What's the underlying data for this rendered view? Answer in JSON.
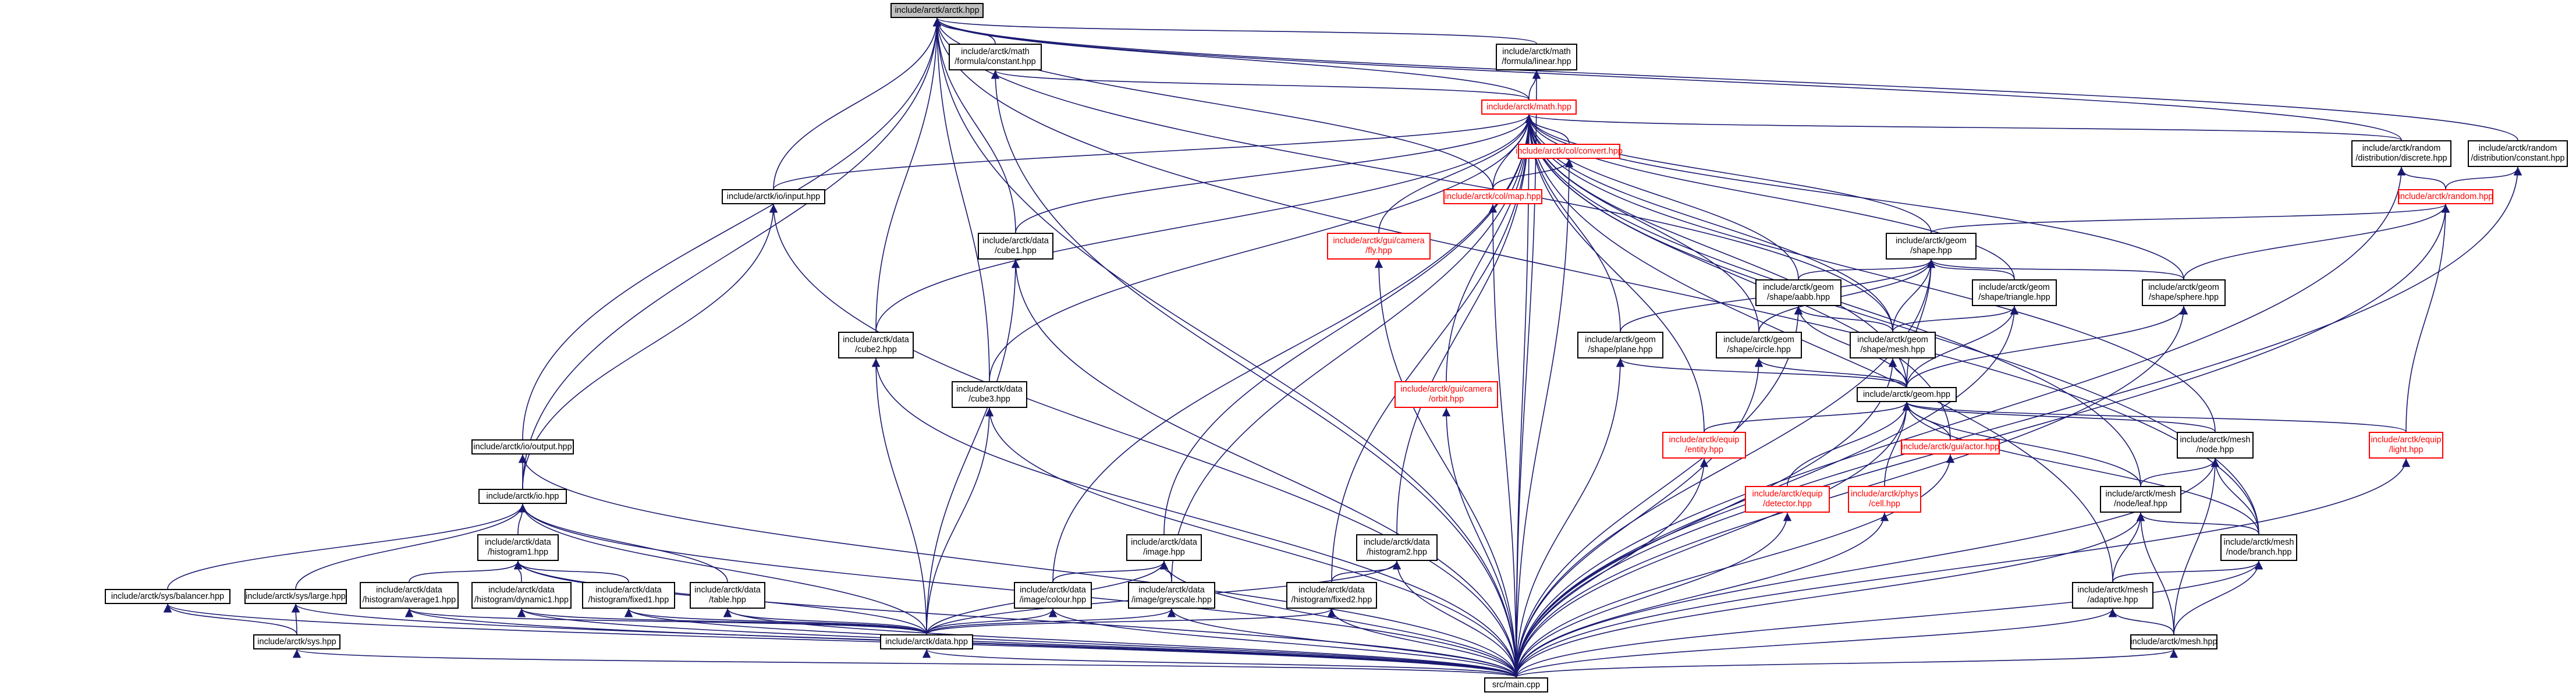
{
  "colors": {
    "edge": "#191970",
    "default_border": "#000000",
    "missing_border": "#ff0000",
    "root_fill": "#bfbfbf"
  },
  "nodes": [
    {
      "id": "arctk_hpp",
      "lines": [
        "include/arctk/arctk.hpp"
      ]
    },
    {
      "id": "formula_constant",
      "lines": [
        "include/arctk/math",
        "/formula/constant.hpp"
      ]
    },
    {
      "id": "formula_linear",
      "lines": [
        "include/arctk/math",
        "/formula/linear.hpp"
      ]
    },
    {
      "id": "math_hpp",
      "lines": [
        "include/arctk/math.hpp"
      ],
      "red": true
    },
    {
      "id": "dist_discrete",
      "lines": [
        "include/arctk/random",
        "/distribution/discrete.hpp"
      ]
    },
    {
      "id": "dist_constant",
      "lines": [
        "include/arctk/random",
        "/distribution/constant.hpp"
      ]
    },
    {
      "id": "col_convert",
      "lines": [
        "include/arctk/col/convert.hpp"
      ],
      "red": true
    },
    {
      "id": "col_map",
      "lines": [
        "include/arctk/col/map.hpp"
      ],
      "red": true
    },
    {
      "id": "random_hpp",
      "lines": [
        "include/arctk/random.hpp"
      ],
      "red": true
    },
    {
      "id": "io_input",
      "lines": [
        "include/arctk/io/input.hpp"
      ]
    },
    {
      "id": "data_cube1",
      "lines": [
        "include/arctk/data",
        "/cube1.hpp"
      ]
    },
    {
      "id": "camera_fly",
      "lines": [
        "include/arctk/gui/camera",
        "/fly.hpp"
      ],
      "red": true
    },
    {
      "id": "geom_shape",
      "lines": [
        "include/arctk/geom",
        "/shape.hpp"
      ]
    },
    {
      "id": "shape_aabb",
      "lines": [
        "include/arctk/geom",
        "/shape/aabb.hpp"
      ]
    },
    {
      "id": "shape_triangle",
      "lines": [
        "include/arctk/geom",
        "/shape/triangle.hpp"
      ]
    },
    {
      "id": "shape_sphere",
      "lines": [
        "include/arctk/geom",
        "/shape/sphere.hpp"
      ]
    },
    {
      "id": "data_cube2",
      "lines": [
        "include/arctk/data",
        "/cube2.hpp"
      ]
    },
    {
      "id": "shape_plane",
      "lines": [
        "include/arctk/geom",
        "/shape/plane.hpp"
      ]
    },
    {
      "id": "shape_circle",
      "lines": [
        "include/arctk/geom",
        "/shape/circle.hpp"
      ]
    },
    {
      "id": "shape_mesh",
      "lines": [
        "include/arctk/geom",
        "/shape/mesh.hpp"
      ]
    },
    {
      "id": "data_cube3",
      "lines": [
        "include/arctk/data",
        "/cube3.hpp"
      ]
    },
    {
      "id": "camera_orbit",
      "lines": [
        "include/arctk/gui/camera",
        "/orbit.hpp"
      ],
      "red": true
    },
    {
      "id": "geom_hpp",
      "lines": [
        "include/arctk/geom.hpp"
      ]
    },
    {
      "id": "io_output",
      "lines": [
        "include/arctk/io/output.hpp"
      ]
    },
    {
      "id": "equip_entity",
      "lines": [
        "include/arctk/equip",
        "/entity.hpp"
      ],
      "red": true
    },
    {
      "id": "gui_actor",
      "lines": [
        "include/arctk/gui/actor.hpp"
      ],
      "red": true
    },
    {
      "id": "mesh_node",
      "lines": [
        "include/arctk/mesh",
        "/node.hpp"
      ]
    },
    {
      "id": "equip_light",
      "lines": [
        "include/arctk/equip",
        "/light.hpp"
      ],
      "red": true
    },
    {
      "id": "io_hpp",
      "lines": [
        "include/arctk/io.hpp"
      ]
    },
    {
      "id": "data_histogram1",
      "lines": [
        "include/arctk/data",
        "/histogram1.hpp"
      ]
    },
    {
      "id": "equip_detector",
      "lines": [
        "include/arctk/equip",
        "/detector.hpp"
      ],
      "red": true
    },
    {
      "id": "phys_cell",
      "lines": [
        "include/arctk/phys",
        "/cell.hpp"
      ],
      "red": true
    },
    {
      "id": "mesh_leaf",
      "lines": [
        "include/arctk/mesh",
        "/node/leaf.hpp"
      ]
    },
    {
      "id": "data_image",
      "lines": [
        "include/arctk/data",
        "/image.hpp"
      ]
    },
    {
      "id": "data_histogram2",
      "lines": [
        "include/arctk/data",
        "/histogram2.hpp"
      ]
    },
    {
      "id": "mesh_branch",
      "lines": [
        "include/arctk/mesh",
        "/node/branch.hpp"
      ]
    },
    {
      "id": "sys_balancer",
      "lines": [
        "include/arctk/sys/balancer.hpp"
      ]
    },
    {
      "id": "sys_large",
      "lines": [
        "include/arctk/sys/large.hpp"
      ]
    },
    {
      "id": "hist_average1",
      "lines": [
        "include/arctk/data",
        "/histogram/average1.hpp"
      ]
    },
    {
      "id": "hist_dynamic1",
      "lines": [
        "include/arctk/data",
        "/histogram/dynamic1.hpp"
      ]
    },
    {
      "id": "hist_fixed1",
      "lines": [
        "include/arctk/data",
        "/histogram/fixed1.hpp"
      ]
    },
    {
      "id": "data_table",
      "lines": [
        "include/arctk/data",
        "/table.hpp"
      ]
    },
    {
      "id": "image_colour",
      "lines": [
        "include/arctk/data",
        "/image/colour.hpp"
      ]
    },
    {
      "id": "image_greyscale",
      "lines": [
        "include/arctk/data",
        "/image/greyscale.hpp"
      ]
    },
    {
      "id": "hist_fixed2",
      "lines": [
        "include/arctk/data",
        "/histogram/fixed2.hpp"
      ]
    },
    {
      "id": "mesh_adaptive",
      "lines": [
        "include/arctk/mesh",
        "/adaptive.hpp"
      ]
    },
    {
      "id": "sys_hpp",
      "lines": [
        "include/arctk/sys.hpp"
      ]
    },
    {
      "id": "data_hpp",
      "lines": [
        "include/arctk/data.hpp"
      ]
    },
    {
      "id": "mesh_hpp",
      "lines": [
        "include/arctk/mesh.hpp"
      ]
    },
    {
      "id": "main_cpp",
      "lines": [
        "src/main.cpp"
      ]
    }
  ],
  "edges": [
    [
      "arctk_hpp",
      "formula_constant"
    ],
    [
      "arctk_hpp",
      "formula_linear"
    ],
    [
      "arctk_hpp",
      "math_hpp"
    ],
    [
      "arctk_hpp",
      "dist_discrete"
    ],
    [
      "arctk_hpp",
      "dist_constant"
    ],
    [
      "arctk_hpp",
      "io_input"
    ],
    [
      "arctk_hpp",
      "data_cube1"
    ],
    [
      "arctk_hpp",
      "data_cube2"
    ],
    [
      "arctk_hpp",
      "data_cube3"
    ],
    [
      "arctk_hpp",
      "io_output"
    ],
    [
      "arctk_hpp",
      "io_hpp"
    ],
    [
      "arctk_hpp",
      "main_cpp"
    ],
    [
      "arctk_hpp",
      "shape_mesh"
    ],
    [
      "arctk_hpp",
      "mesh_branch"
    ],
    [
      "arctk_hpp",
      "col_map"
    ],
    [
      "formula_constant",
      "math_hpp"
    ],
    [
      "formula_constant",
      "main_cpp"
    ],
    [
      "formula_linear",
      "math_hpp"
    ],
    [
      "formula_linear",
      "main_cpp"
    ],
    [
      "math_hpp",
      "io_input"
    ],
    [
      "math_hpp",
      "data_cube1"
    ],
    [
      "math_hpp",
      "data_cube2"
    ],
    [
      "math_hpp",
      "data_cube3"
    ],
    [
      "math_hpp",
      "col_convert"
    ],
    [
      "math_hpp",
      "col_map"
    ],
    [
      "math_hpp",
      "camera_fly"
    ],
    [
      "math_hpp",
      "camera_orbit"
    ],
    [
      "math_hpp",
      "geom_shape"
    ],
    [
      "math_hpp",
      "shape_aabb"
    ],
    [
      "math_hpp",
      "shape_triangle"
    ],
    [
      "math_hpp",
      "shape_sphere"
    ],
    [
      "math_hpp",
      "shape_plane"
    ],
    [
      "math_hpp",
      "shape_circle"
    ],
    [
      "math_hpp",
      "shape_mesh"
    ],
    [
      "math_hpp",
      "geom_hpp"
    ],
    [
      "math_hpp",
      "equip_entity"
    ],
    [
      "math_hpp",
      "gui_actor"
    ],
    [
      "math_hpp",
      "mesh_node"
    ],
    [
      "math_hpp",
      "mesh_leaf"
    ],
    [
      "math_hpp",
      "mesh_branch"
    ],
    [
      "math_hpp",
      "mesh_adaptive"
    ],
    [
      "math_hpp",
      "data_image"
    ],
    [
      "math_hpp",
      "image_colour"
    ],
    [
      "math_hpp",
      "image_greyscale"
    ],
    [
      "math_hpp",
      "data_histogram2"
    ],
    [
      "math_hpp",
      "hist_fixed2"
    ],
    [
      "math_hpp",
      "main_cpp"
    ],
    [
      "math_hpp",
      "dist_discrete"
    ],
    [
      "dist_discrete",
      "random_hpp"
    ],
    [
      "dist_discrete",
      "main_cpp"
    ],
    [
      "dist_constant",
      "random_hpp"
    ],
    [
      "dist_constant",
      "main_cpp"
    ],
    [
      "col_convert",
      "col_map"
    ],
    [
      "col_convert",
      "main_cpp"
    ],
    [
      "col_map",
      "main_cpp"
    ],
    [
      "random_hpp",
      "geom_shape"
    ],
    [
      "random_hpp",
      "shape_sphere"
    ],
    [
      "random_hpp",
      "equip_light"
    ],
    [
      "random_hpp",
      "main_cpp"
    ],
    [
      "io_input",
      "io_hpp"
    ],
    [
      "io_input",
      "main_cpp"
    ],
    [
      "data_cube1",
      "data_hpp"
    ],
    [
      "data_cube1",
      "main_cpp"
    ],
    [
      "camera_fly",
      "main_cpp"
    ],
    [
      "geom_shape",
      "shape_aabb"
    ],
    [
      "geom_shape",
      "shape_triangle"
    ],
    [
      "geom_shape",
      "shape_sphere"
    ],
    [
      "geom_shape",
      "shape_plane"
    ],
    [
      "geom_shape",
      "shape_circle"
    ],
    [
      "geom_shape",
      "shape_mesh"
    ],
    [
      "geom_shape",
      "geom_hpp"
    ],
    [
      "geom_shape",
      "main_cpp"
    ],
    [
      "shape_aabb",
      "shape_mesh"
    ],
    [
      "shape_aabb",
      "geom_hpp"
    ],
    [
      "shape_aabb",
      "main_cpp"
    ],
    [
      "shape_triangle",
      "shape_mesh"
    ],
    [
      "shape_triangle",
      "geom_hpp"
    ],
    [
      "shape_triangle",
      "main_cpp"
    ],
    [
      "shape_sphere",
      "geom_hpp"
    ],
    [
      "shape_sphere",
      "main_cpp"
    ],
    [
      "data_cube2",
      "data_hpp"
    ],
    [
      "data_cube2",
      "main_cpp"
    ],
    [
      "shape_plane",
      "geom_hpp"
    ],
    [
      "shape_plane",
      "main_cpp"
    ],
    [
      "shape_circle",
      "geom_hpp"
    ],
    [
      "shape_circle",
      "main_cpp"
    ],
    [
      "shape_mesh",
      "geom_hpp"
    ],
    [
      "shape_mesh",
      "main_cpp"
    ],
    [
      "data_cube3",
      "data_hpp"
    ],
    [
      "data_cube3",
      "main_cpp"
    ],
    [
      "camera_orbit",
      "main_cpp"
    ],
    [
      "geom_hpp",
      "equip_entity"
    ],
    [
      "geom_hpp",
      "gui_actor"
    ],
    [
      "geom_hpp",
      "mesh_node"
    ],
    [
      "geom_hpp",
      "equip_light"
    ],
    [
      "geom_hpp",
      "equip_detector"
    ],
    [
      "geom_hpp",
      "phys_cell"
    ],
    [
      "geom_hpp",
      "mesh_leaf"
    ],
    [
      "geom_hpp",
      "mesh_branch"
    ],
    [
      "geom_hpp",
      "main_cpp"
    ],
    [
      "io_output",
      "io_hpp"
    ],
    [
      "io_output",
      "main_cpp"
    ],
    [
      "equip_entity",
      "main_cpp"
    ],
    [
      "gui_actor",
      "main_cpp"
    ],
    [
      "mesh_node",
      "mesh_leaf"
    ],
    [
      "mesh_node",
      "mesh_branch"
    ],
    [
      "mesh_node",
      "mesh_hpp"
    ],
    [
      "mesh_node",
      "main_cpp"
    ],
    [
      "equip_light",
      "main_cpp"
    ],
    [
      "io_hpp",
      "data_histogram1"
    ],
    [
      "io_hpp",
      "sys_balancer"
    ],
    [
      "io_hpp",
      "sys_large"
    ],
    [
      "io_hpp",
      "data_table"
    ],
    [
      "io_hpp",
      "data_hpp"
    ],
    [
      "io_hpp",
      "main_cpp"
    ],
    [
      "data_histogram1",
      "hist_average1"
    ],
    [
      "data_histogram1",
      "hist_dynamic1"
    ],
    [
      "data_histogram1",
      "hist_fixed1"
    ],
    [
      "data_histogram1",
      "data_hpp"
    ],
    [
      "data_histogram1",
      "main_cpp"
    ],
    [
      "equip_detector",
      "main_cpp"
    ],
    [
      "phys_cell",
      "main_cpp"
    ],
    [
      "mesh_leaf",
      "mesh_branch"
    ],
    [
      "mesh_leaf",
      "mesh_adaptive"
    ],
    [
      "mesh_leaf",
      "mesh_hpp"
    ],
    [
      "mesh_leaf",
      "main_cpp"
    ],
    [
      "data_image",
      "image_colour"
    ],
    [
      "data_image",
      "image_greyscale"
    ],
    [
      "data_image",
      "data_hpp"
    ],
    [
      "data_image",
      "main_cpp"
    ],
    [
      "data_histogram2",
      "hist_fixed2"
    ],
    [
      "data_histogram2",
      "data_hpp"
    ],
    [
      "data_histogram2",
      "main_cpp"
    ],
    [
      "mesh_branch",
      "mesh_adaptive"
    ],
    [
      "mesh_branch",
      "mesh_hpp"
    ],
    [
      "mesh_branch",
      "main_cpp"
    ],
    [
      "sys_balancer",
      "sys_hpp"
    ],
    [
      "sys_balancer",
      "main_cpp"
    ],
    [
      "sys_large",
      "sys_hpp"
    ],
    [
      "sys_large",
      "main_cpp"
    ],
    [
      "hist_average1",
      "data_hpp"
    ],
    [
      "hist_average1",
      "main_cpp"
    ],
    [
      "hist_dynamic1",
      "data_hpp"
    ],
    [
      "hist_dynamic1",
      "main_cpp"
    ],
    [
      "hist_fixed1",
      "data_hpp"
    ],
    [
      "hist_fixed1",
      "main_cpp"
    ],
    [
      "data_table",
      "data_hpp"
    ],
    [
      "data_table",
      "main_cpp"
    ],
    [
      "image_colour",
      "data_hpp"
    ],
    [
      "image_colour",
      "main_cpp"
    ],
    [
      "image_greyscale",
      "data_hpp"
    ],
    [
      "image_greyscale",
      "main_cpp"
    ],
    [
      "hist_fixed2",
      "data_hpp"
    ],
    [
      "hist_fixed2",
      "main_cpp"
    ],
    [
      "mesh_adaptive",
      "mesh_hpp"
    ],
    [
      "mesh_adaptive",
      "main_cpp"
    ],
    [
      "sys_hpp",
      "main_cpp"
    ],
    [
      "data_hpp",
      "main_cpp"
    ],
    [
      "mesh_hpp",
      "main_cpp"
    ]
  ]
}
